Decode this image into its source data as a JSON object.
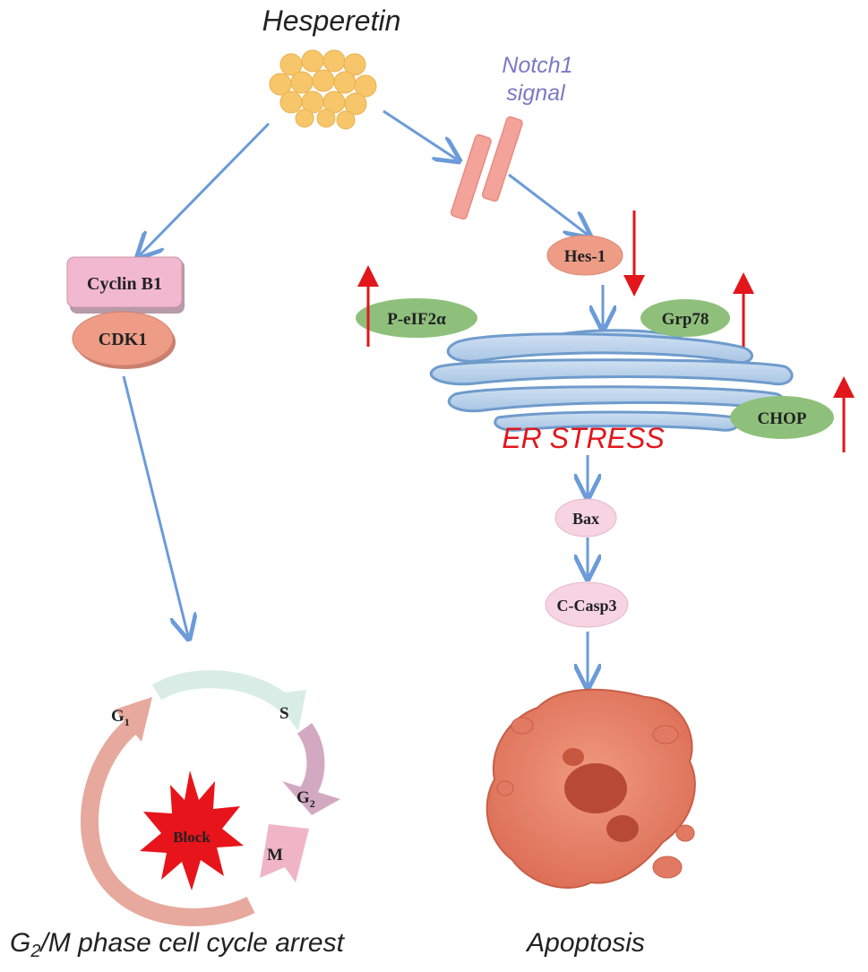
{
  "compound": {
    "name": "Hesperetin"
  },
  "notch": {
    "line1": "Notch1",
    "line2": "signal"
  },
  "cell_cycle_complex": {
    "cyclin": "Cyclin B1",
    "cdk": "CDK1"
  },
  "er_pathway": {
    "hes1": "Hes-1",
    "peif2a": "P-eIF2α",
    "grp78": "Grp78",
    "chop": "CHOP",
    "er_stress": "ER STRESS",
    "bax": "Bax",
    "ccasp3": "C-Casp3"
  },
  "cycle_phases": {
    "g1": "G",
    "g1_sub": "1",
    "s": "S",
    "g2": "G",
    "g2_sub": "2",
    "m": "M",
    "block": "Block"
  },
  "outcomes": {
    "arrest_g": "G",
    "arrest_sub": "2",
    "arrest_rest": "/M phase cell cycle arrest",
    "apoptosis": "Apoptosis"
  },
  "regulation": {
    "hes1": "down",
    "peif2a": "up",
    "grp78": "up",
    "chop": "up"
  },
  "colors": {
    "arrow_blue": "#6b9bd8",
    "regulation_red": "#e2161b",
    "er_blue": "#b7cfe8",
    "er_stroke": "#6f9bcc",
    "green_oval": "#8ec07c",
    "salmon": "#ee9c86",
    "pink": "#f2b8cf",
    "hesperetin_yellow": "#f7c66a",
    "apoptotic_cell": "#e27a63",
    "notch_text": "#7a79c4",
    "block_red": "#e8141b"
  }
}
